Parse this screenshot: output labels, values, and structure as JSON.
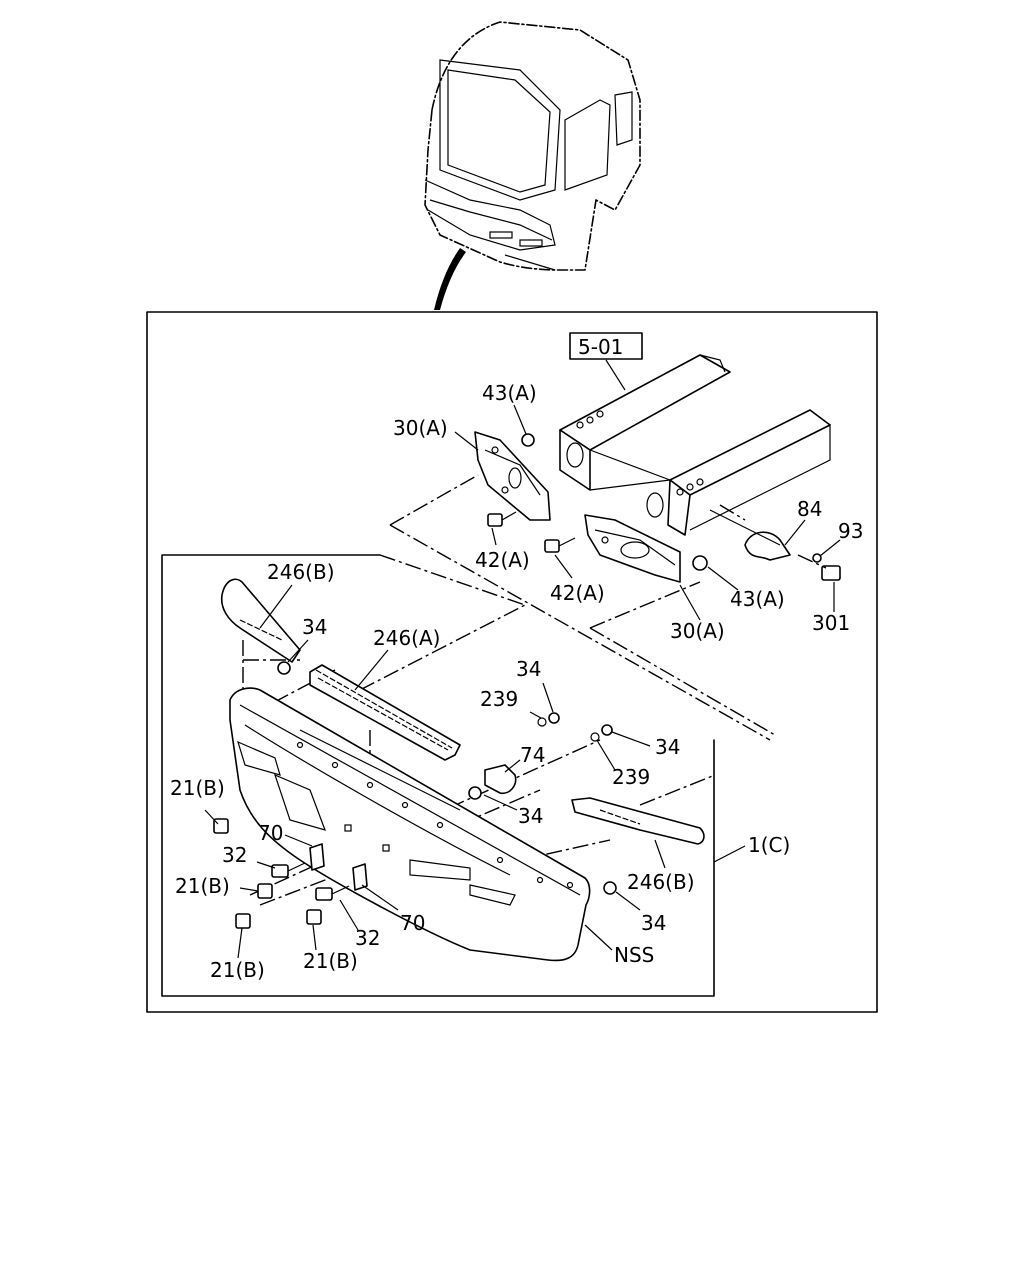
{
  "ref_box": "5-01",
  "callouts": {
    "c43a_top": "43(A)",
    "c30a_top": "30(A)",
    "c42a_left": "42(A)",
    "c42a_right": "42(A)",
    "c43a_right": "43(A)",
    "c30a_bottom": "30(A)",
    "c84": "84",
    "c93": "93",
    "c301": "301",
    "c246b_top": "246(B)",
    "c34_top": "34",
    "c246a": "246(A)",
    "c34_mid": "34",
    "c239_top": "239",
    "c34_right": "34",
    "c74": "74",
    "c239_bottom": "239",
    "c34_lower": "34",
    "c21b_1": "21(B)",
    "c70_left": "70",
    "c32_left": "32",
    "c21b_2": "21(B)",
    "c21b_3": "21(B)",
    "c21b_4": "21(B)",
    "c32_bottom": "32",
    "c70_right": "70",
    "c1c": "1(C)",
    "c246b_right": "246(B)",
    "c34_bottom": "34",
    "cnss": "NSS"
  }
}
